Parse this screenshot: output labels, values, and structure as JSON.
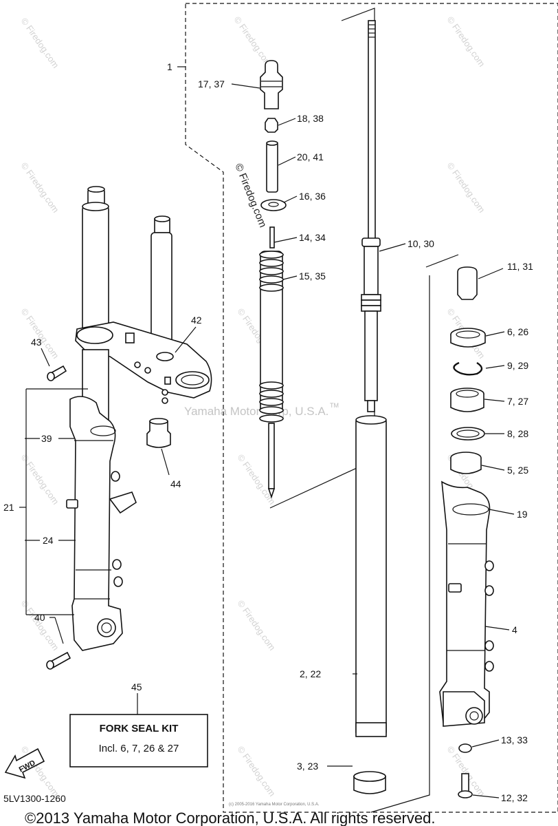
{
  "callouts": [
    {
      "id": "c1",
      "text": "1"
    },
    {
      "id": "c17",
      "text": "17, 37"
    },
    {
      "id": "c18",
      "text": "18, 38"
    },
    {
      "id": "c20",
      "text": "20, 41"
    },
    {
      "id": "c16",
      "text": "16, 36"
    },
    {
      "id": "c14",
      "text": "14, 34"
    },
    {
      "id": "c15",
      "text": "15, 35"
    },
    {
      "id": "c10",
      "text": "10, 30"
    },
    {
      "id": "c11",
      "text": "11, 31"
    },
    {
      "id": "c6",
      "text": "6, 26"
    },
    {
      "id": "c9",
      "text": "9, 29"
    },
    {
      "id": "c7",
      "text": "7, 27"
    },
    {
      "id": "c8",
      "text": "8, 28"
    },
    {
      "id": "c5",
      "text": "5, 25"
    },
    {
      "id": "c19",
      "text": "19"
    },
    {
      "id": "c4",
      "text": "4"
    },
    {
      "id": "c2",
      "text": "2, 22"
    },
    {
      "id": "c3",
      "text": "3, 23"
    },
    {
      "id": "c13",
      "text": "13, 33"
    },
    {
      "id": "c12",
      "text": "12, 32"
    },
    {
      "id": "c42",
      "text": "42"
    },
    {
      "id": "c43",
      "text": "43"
    },
    {
      "id": "c39",
      "text": "39"
    },
    {
      "id": "c44",
      "text": "44"
    },
    {
      "id": "c21",
      "text": "21"
    },
    {
      "id": "c24",
      "text": "24"
    },
    {
      "id": "c40",
      "text": "40"
    },
    {
      "id": "c45",
      "text": "45"
    }
  ],
  "kit": {
    "title": "FORK SEAL KIT",
    "subtitle": "Incl. 6, 7, 26 & 27"
  },
  "fwd_label": "FWD",
  "part_code": "5LV1300-1260",
  "watermark": {
    "site": "© Firedog.com",
    "center": "Yamaha Motor Corp, U.S.A.",
    "trademark": "TM"
  },
  "fine_print": "(c) 2005-2016 Yamaha Motor Corporation, U.S.A.",
  "copyright": "©2013 Yamaha Motor Corporation, U.S.A. All rights reserved."
}
